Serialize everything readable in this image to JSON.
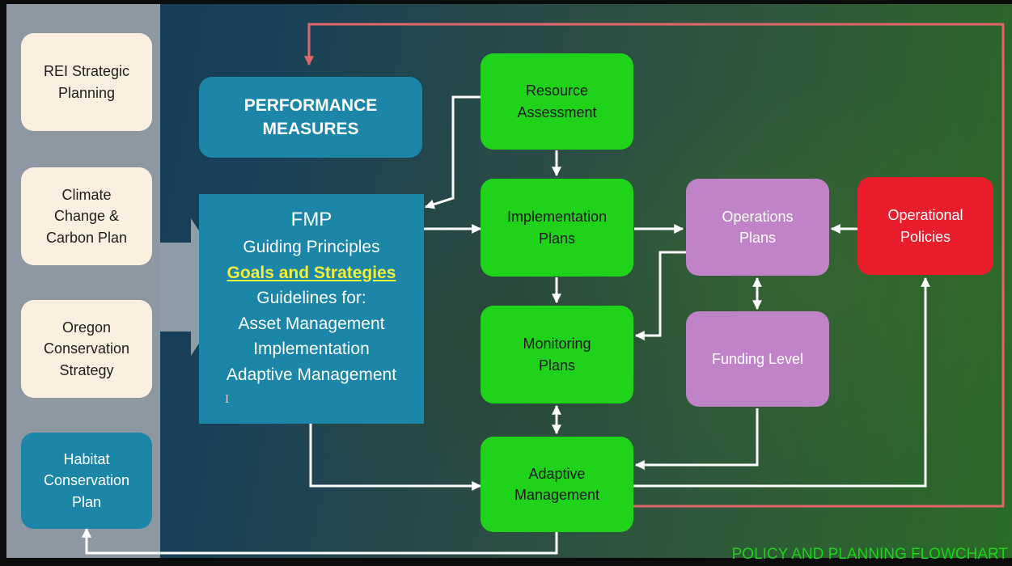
{
  "sidebar": {
    "items": [
      {
        "lines": [
          "REI Strategic",
          "Planning"
        ]
      },
      {
        "lines": [
          "Climate",
          "Change &",
          "Carbon Plan"
        ]
      },
      {
        "lines": [
          "Oregon",
          "Conservation",
          "Strategy"
        ]
      },
      {
        "lines": [
          "Habitat",
          "Conservation",
          "Plan"
        ]
      }
    ]
  },
  "performance_measures": {
    "lines": [
      "PERFORMANCE",
      "MEASURES"
    ]
  },
  "fmp": {
    "title": "FMP",
    "guiding": "Guiding Principles",
    "highlight": "Goals and Strategies",
    "guidelines_lines": [
      "Guidelines for:",
      "Asset Management",
      "Implementation",
      "Adaptive Management"
    ]
  },
  "plans": {
    "resource": {
      "lines": [
        "Resource",
        "Assessment"
      ]
    },
    "implementation": {
      "lines": [
        "Implementation",
        "Plans"
      ]
    },
    "monitoring": {
      "lines": [
        "Monitoring",
        "Plans"
      ]
    },
    "adaptive": {
      "lines": [
        "Adaptive",
        "Management"
      ]
    },
    "operations": {
      "lines": [
        "Operations",
        "Plans"
      ]
    },
    "funding": {
      "lines": [
        "Funding Level"
      ]
    },
    "policies": {
      "lines": [
        "Operational",
        "Policies"
      ]
    }
  },
  "caption": "POLICY AND PLANNING FLOWCHART",
  "colors": {
    "side_box": "#fbf0df",
    "teal_box": "#1b86a8",
    "green_box": "#1fd21a",
    "pink_box": "#c183c7",
    "red_box": "#ea1d2d",
    "feedback_line": "#e0686a",
    "connector": "#ffffff",
    "highlight_text": "#f1f03a"
  },
  "icons": [
    "text-cursor-icon",
    "big-arrow-icon"
  ]
}
